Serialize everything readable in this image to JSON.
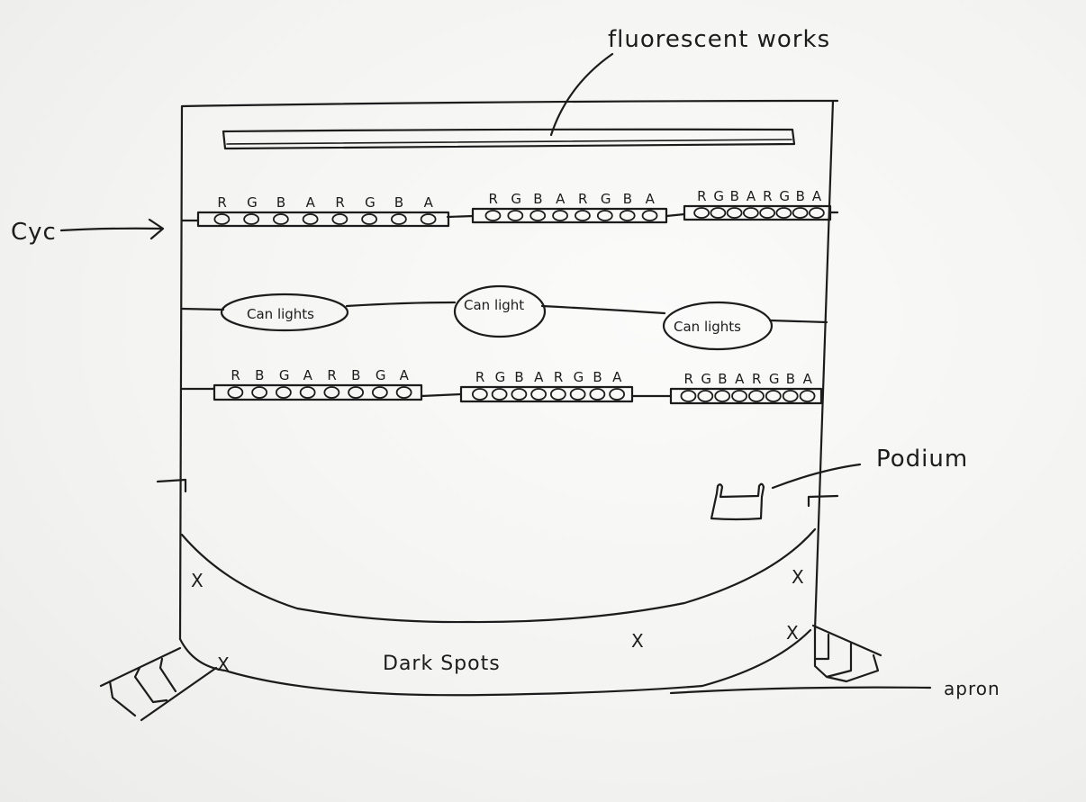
{
  "title": "Stage lighting plot sketch",
  "labels": {
    "fluorescent": "fluorescent works",
    "cyc": "Cyc",
    "podium": "Podium",
    "dark_spots": "Dark Spots",
    "apron": "apron"
  },
  "cyc_bars": [
    {
      "channels": [
        "R",
        "G",
        "B",
        "A",
        "R",
        "G",
        "B",
        "A"
      ]
    },
    {
      "channels": [
        "R",
        "G",
        "B",
        "A",
        "R",
        "G",
        "B",
        "A"
      ]
    },
    {
      "channels": [
        "R",
        "G",
        "B",
        "A",
        "R",
        "G",
        "B",
        "A"
      ]
    }
  ],
  "can_lights": [
    "Can lights",
    "Can light",
    "Can lights"
  ],
  "front_bars": [
    {
      "channels": [
        "R",
        "B",
        "G",
        "A",
        "R",
        "B",
        "G",
        "A"
      ]
    },
    {
      "channels": [
        "R",
        "G",
        "B",
        "A",
        "R",
        "G",
        "B",
        "A"
      ]
    },
    {
      "channels": [
        "R",
        "G",
        "B",
        "A",
        "R",
        "G",
        "B",
        "A"
      ]
    }
  ],
  "dark_spot_marks": [
    "X",
    "X",
    "X",
    "X",
    "X"
  ],
  "ink_color": "#1c1c1c",
  "paper_color": "#f4f4f2"
}
